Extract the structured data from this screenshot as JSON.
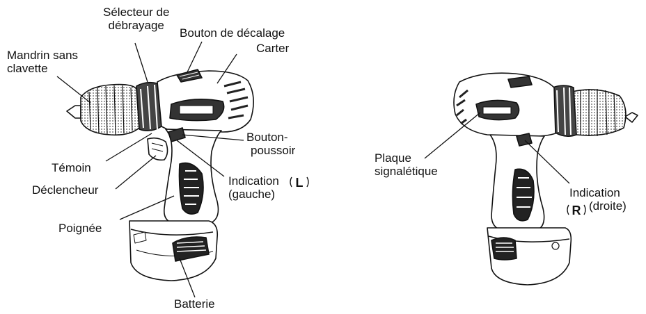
{
  "labels": {
    "selecteur_debrayage": [
      "Sélecteur de",
      "débrayage"
    ],
    "bouton_decalage": "Bouton de décalage",
    "mandrin_sans_clavette": [
      "Mandrin sans",
      "clavette"
    ],
    "carter": "Carter",
    "bouton_poussoir": [
      "Bouton-",
      "poussoir"
    ],
    "temoin": "Témoin",
    "declencheur": "Déclencheur",
    "indication_gauche": [
      "Indication",
      "(gauche)"
    ],
    "indication_gauche_symbol": "L",
    "poignee": "Poignée",
    "batterie": "Batterie",
    "plaque_signaletique": [
      "Plaque",
      "signalétique"
    ],
    "indication_droite": [
      "Indication",
      "(droite)"
    ],
    "indication_droite_symbol": "R"
  }
}
